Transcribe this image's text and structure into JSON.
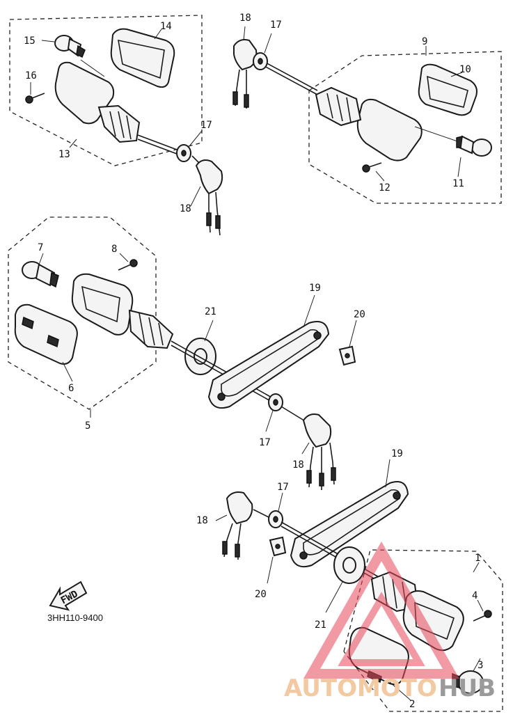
{
  "diagram": {
    "part_code": "3HH110-9400",
    "direction_badge": "FWD",
    "callouts": {
      "n1": "1",
      "n2": "2",
      "n3": "3",
      "n4": "4",
      "n5": "5",
      "n6": "6",
      "n7": "7",
      "n8": "8",
      "n9": "9",
      "n10": "10",
      "n11": "11",
      "n12": "12",
      "n13": "13",
      "n14": "14",
      "n15": "15",
      "n16": "16",
      "n17a": "17",
      "n17b": "17",
      "n17c": "17",
      "n17d": "17",
      "n18a": "18",
      "n18b": "18",
      "n18c": "18",
      "n18d": "18",
      "n19a": "19",
      "n19b": "19",
      "n20a": "20",
      "n20b": "20",
      "n21a": "21",
      "n21b": "21"
    }
  },
  "watermark": {
    "text_a": "AUTOMOTO",
    "text_b": "HUB",
    "color_a": "#f2c9a0",
    "color_b": "#9a9a9a",
    "triangle_color": "#e8485a"
  }
}
